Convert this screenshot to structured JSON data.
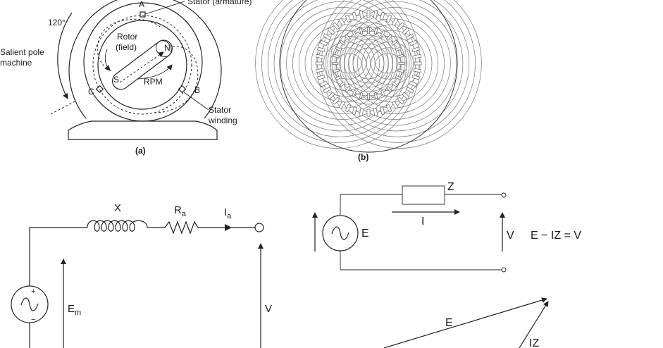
{
  "panel_a": {
    "label_stator": "Stator (armature)",
    "label_angle": "120°",
    "label_machine": [
      "Salient pole",
      "machine"
    ],
    "label_rotor": [
      "Rotor",
      "(field)"
    ],
    "pole_n": "N",
    "pole_s": "S",
    "label_rpm": "RPM",
    "phase_a": "A",
    "phase_b": "B",
    "phase_c": "C",
    "label_winding": [
      "Stator",
      "winding"
    ],
    "caption": "(a)"
  },
  "panel_b": {
    "caption": "(b)"
  },
  "circuit_left": {
    "label_x": "X",
    "label_ra": "R",
    "label_ra_sub": "a",
    "label_ia": "I",
    "label_ia_sub": "a",
    "label_em": "E",
    "label_em_sub": "m",
    "label_v": "V",
    "plus": "+",
    "minus": "−"
  },
  "circuit_right": {
    "label_z": "Z",
    "label_i": "I",
    "label_e": "E",
    "label_v": "V",
    "equation": "E − IZ = V"
  },
  "phasor": {
    "label_e": "E",
    "label_iz": "IZ"
  }
}
